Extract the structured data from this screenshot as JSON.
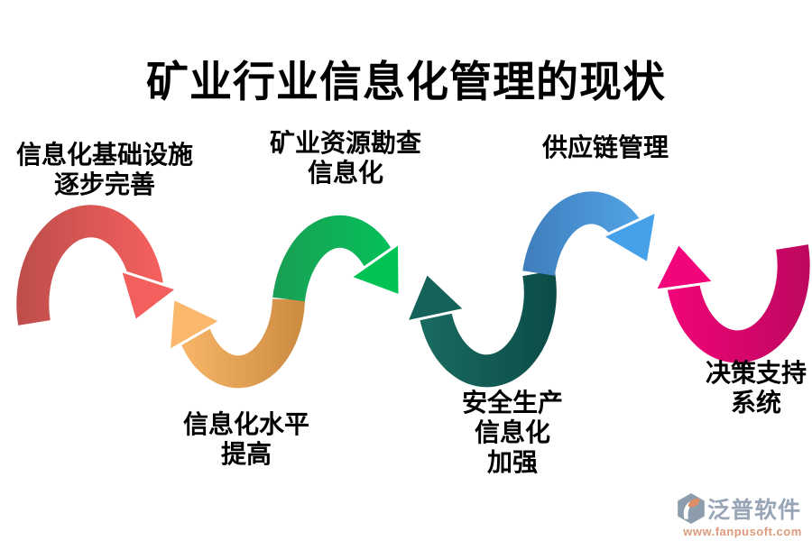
{
  "title": "矿业行业信息化管理的现状",
  "arrows": [
    {
      "id": "infrastructure",
      "shape": "arch",
      "label_lines": [
        "信息化基础设施",
        "逐步完善"
      ],
      "colors": {
        "from": "#BF4E4B",
        "to": "#F4605E",
        "head": "#F25F5D"
      }
    },
    {
      "id": "it-level",
      "shape": "valley",
      "label_lines": [
        "信息化水平",
        "提高"
      ],
      "colors": {
        "from": "#FCB96C",
        "to": "#C8883E",
        "head": "#FBB76B"
      }
    },
    {
      "id": "resource-survey",
      "shape": "arch",
      "label_lines": [
        "矿业资源勘查",
        "信息化"
      ],
      "colors": {
        "from": "#1A9E56",
        "to": "#02C558",
        "head": "#00C353"
      }
    },
    {
      "id": "safety-production",
      "shape": "valley",
      "label_lines": [
        "安全生产",
        "信息化",
        "加强"
      ],
      "colors": {
        "from": "#1A6E63",
        "to": "#0B4A46",
        "head": "#14625A"
      }
    },
    {
      "id": "supply-chain",
      "shape": "arch",
      "label_lines": [
        "供应链管理"
      ],
      "colors": {
        "from": "#3E7CBB",
        "to": "#55AAEC",
        "head": "#47A1E9"
      }
    },
    {
      "id": "decision-support",
      "shape": "valley",
      "label_lines": [
        "决策支持",
        "系统"
      ],
      "colors": {
        "from": "#F10478",
        "to": "#BC085E",
        "head": "#F2057A"
      }
    }
  ],
  "watermark": {
    "brand": "泛普软件",
    "url": "www.fanpusoft.com",
    "brand_color": "#97A5B6",
    "url_color": "#DD9B7D"
  }
}
